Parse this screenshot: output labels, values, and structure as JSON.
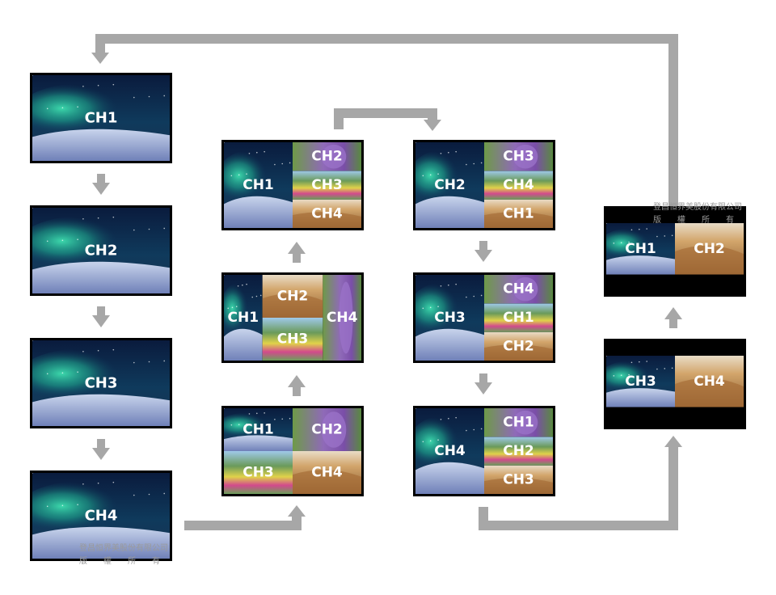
{
  "labels": {
    "ch1": "CH1",
    "ch2": "CH2",
    "ch3": "CH3",
    "ch4": "CH4"
  },
  "watermark": {
    "line1": "登昌恒界美股份有限公司",
    "line2": "版　　權　　所　　有"
  },
  "colors": {
    "arrow": "#a7a7a7",
    "frame": "#000000",
    "label": "#ffffff"
  }
}
